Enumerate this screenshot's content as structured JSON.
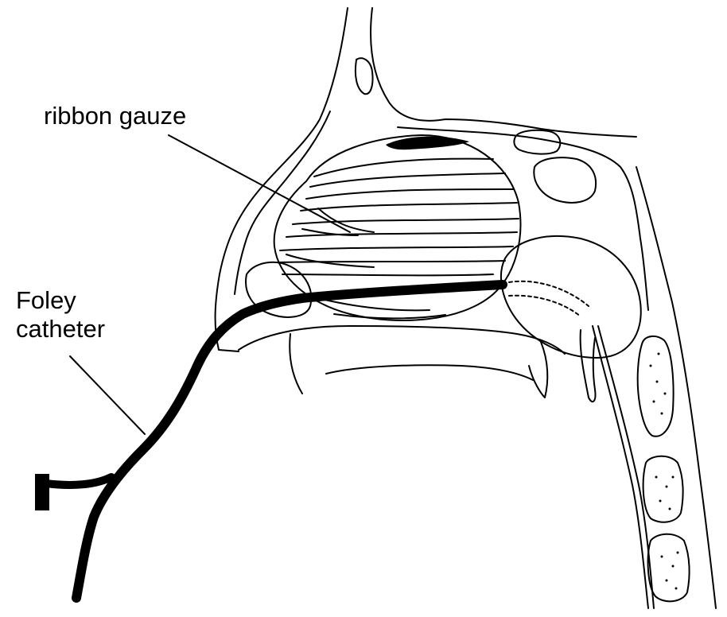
{
  "labels": {
    "ribbon_gauze": "ribbon gauze",
    "foley_line1": "Foley",
    "foley_line2": "catheter"
  },
  "colors": {
    "ink": "#000000",
    "background": "#ffffff"
  }
}
